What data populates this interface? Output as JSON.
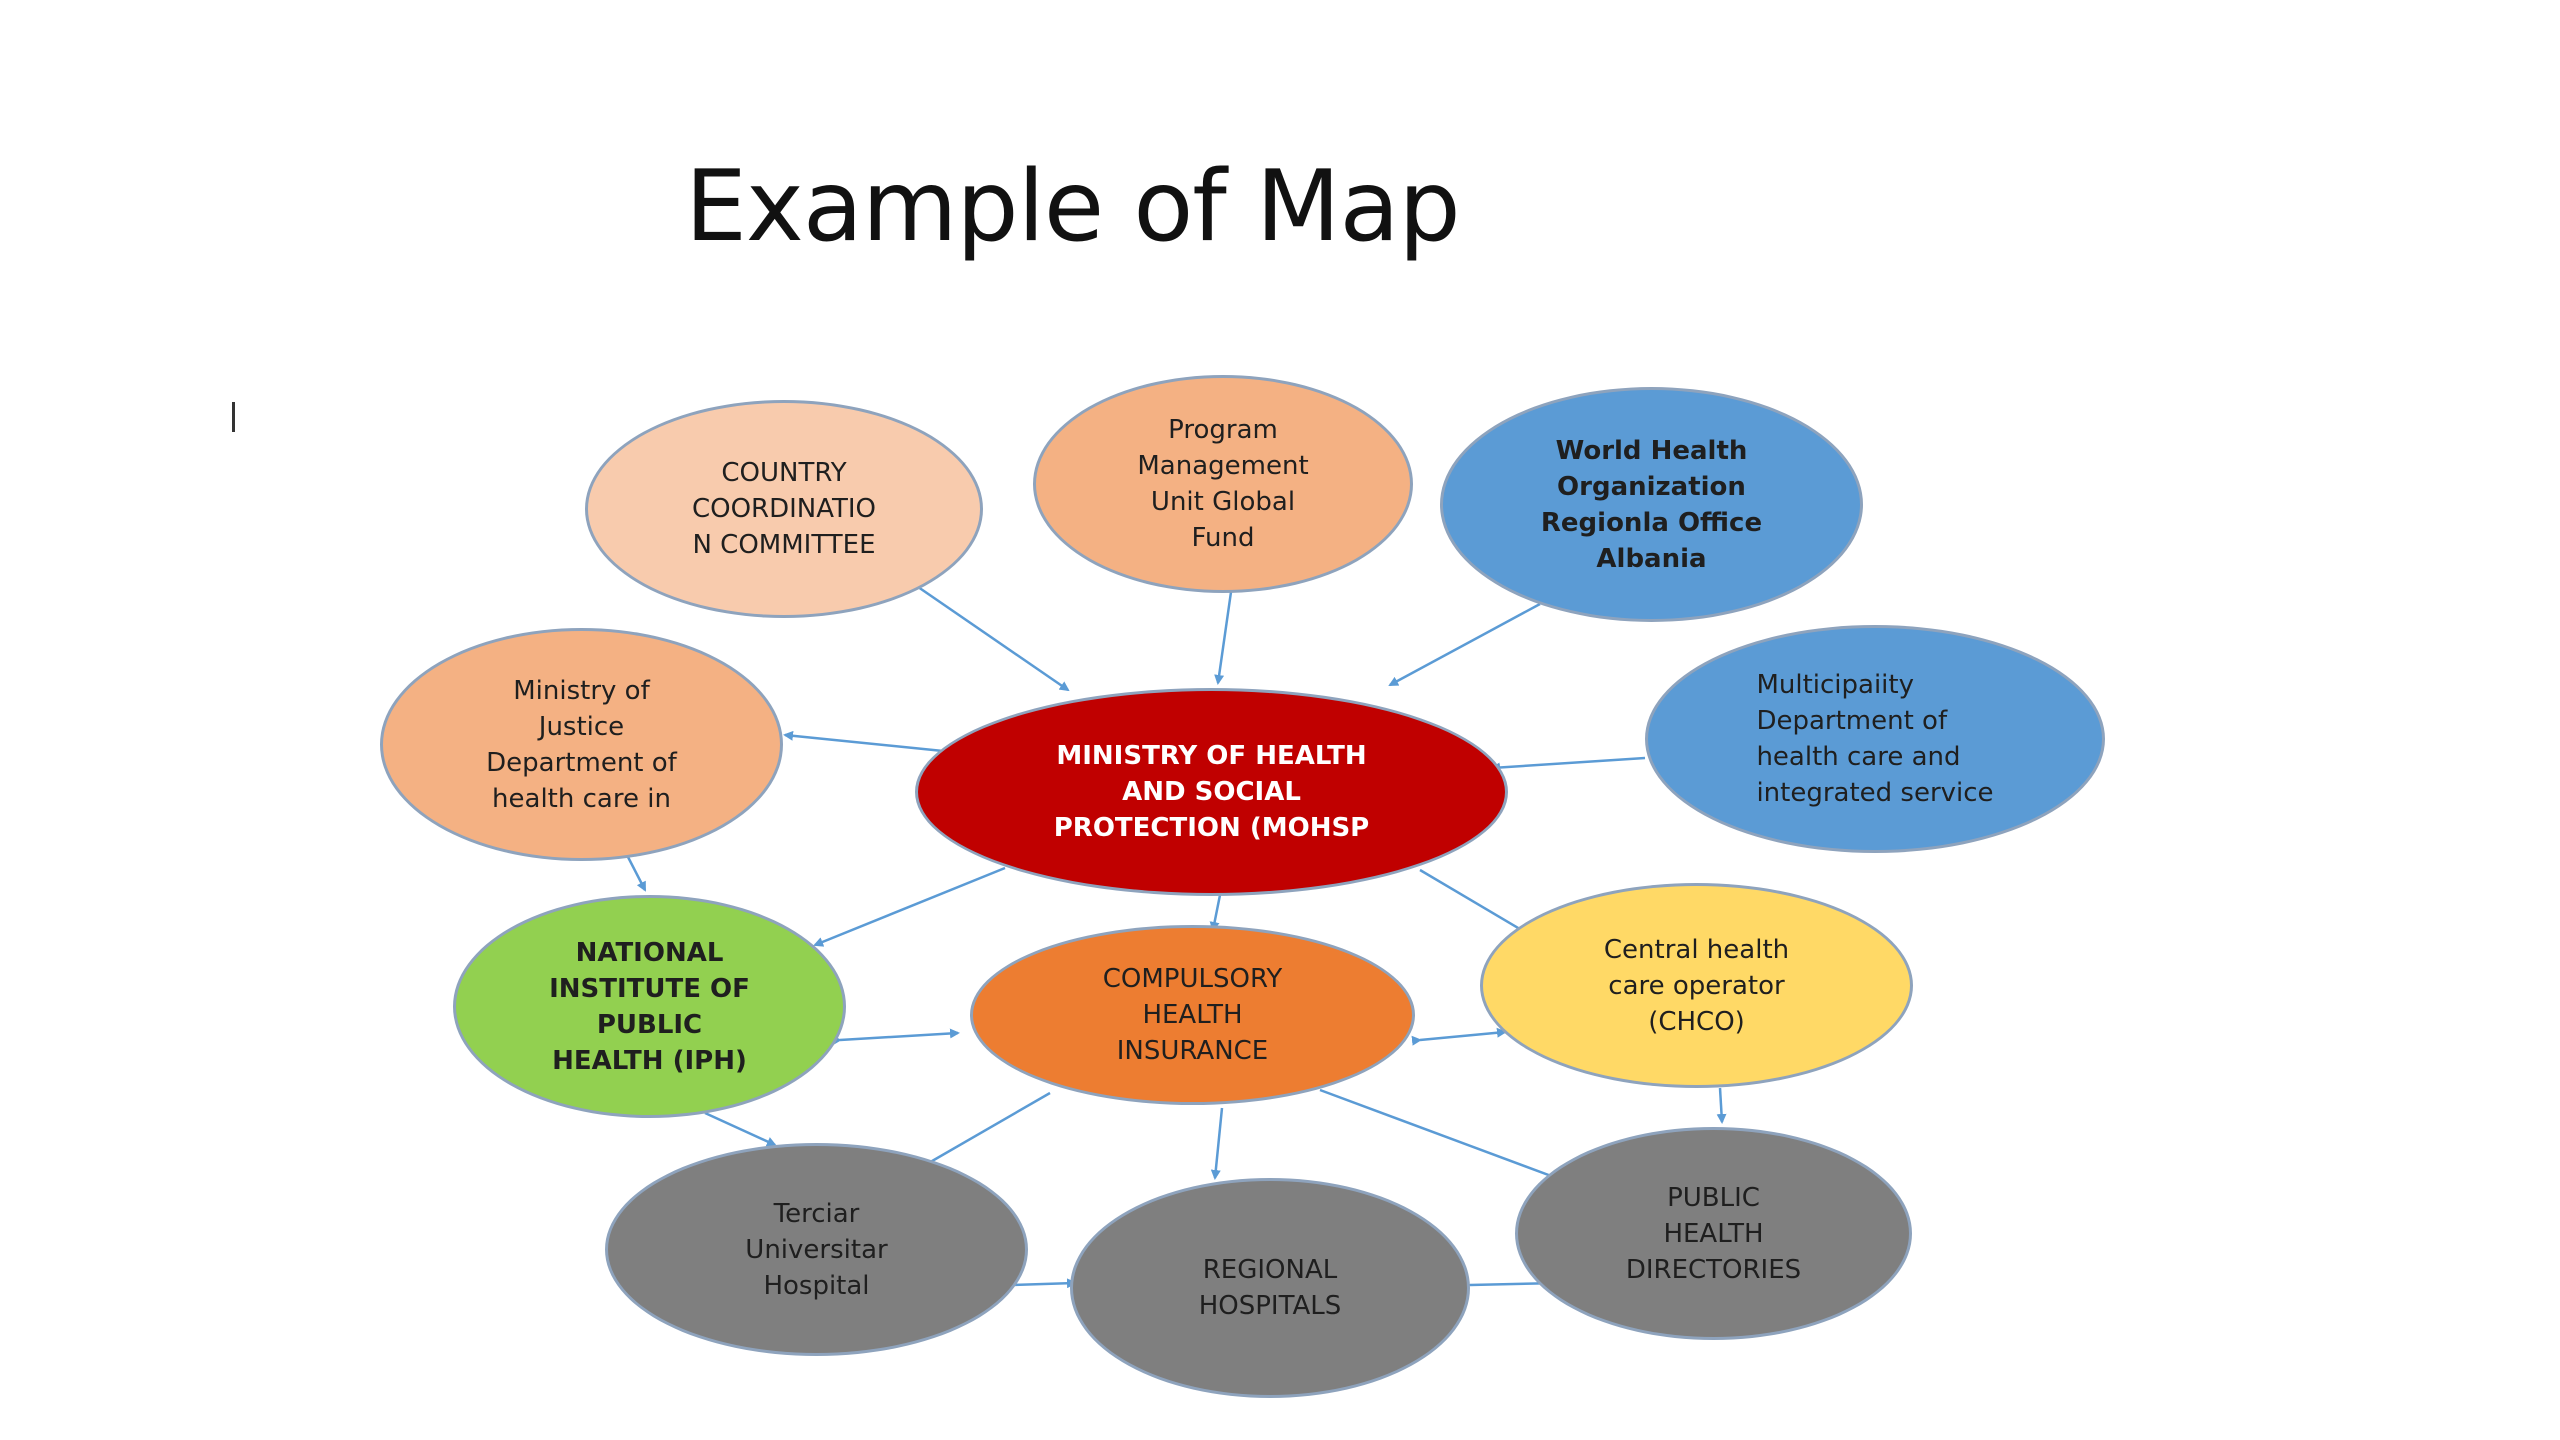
{
  "slide": {
    "title": "Example of Map"
  },
  "colors": {
    "center": "#c00000",
    "peach_light": "#f8cbad",
    "peach": "#f4b183",
    "blue": "#5b9bd5",
    "orange": "#ed7d31",
    "green": "#92d050",
    "yellow": "#ffd966",
    "gray": "#7f7f7f",
    "arrow": "#5b9bd5"
  },
  "diagram": {
    "nodes": {
      "ccm": {
        "label": "COUNTRY\nCOORDINATIO\nN COMMITTEE"
      },
      "pmu": {
        "label": "Program\nManagement\nUnit Global\nFund"
      },
      "who": {
        "label": "World Health\nOrganization\nRegionla Office\nAlbania"
      },
      "moj": {
        "label": "Ministry of\nJustice\nDepartment of\nhealth care in"
      },
      "mohsp": {
        "label": "MINISTRY OF HEALTH\nAND SOCIAL\nPROTECTION (MOHSP"
      },
      "municipality": {
        "label": "Multicipaiity\nDepartment of\nhealth care and\nintegrated service"
      },
      "iph": {
        "label": "NATIONAL\nINSTITUTE OF\nPUBLIC\nHEALTH (IPH)"
      },
      "chi": {
        "label": "COMPULSORY\nHEALTH\nINSURANCE"
      },
      "chco": {
        "label": "Central health\ncare operator\n(CHCO)"
      },
      "tuh": {
        "label": "Terciar\nUniversitar\nHospital"
      },
      "regional": {
        "label": "REGIONAL\nHOSPITALS"
      },
      "phd": {
        "label": "PUBLIC\nHEALTH\nDIRECTORIES"
      }
    }
  }
}
